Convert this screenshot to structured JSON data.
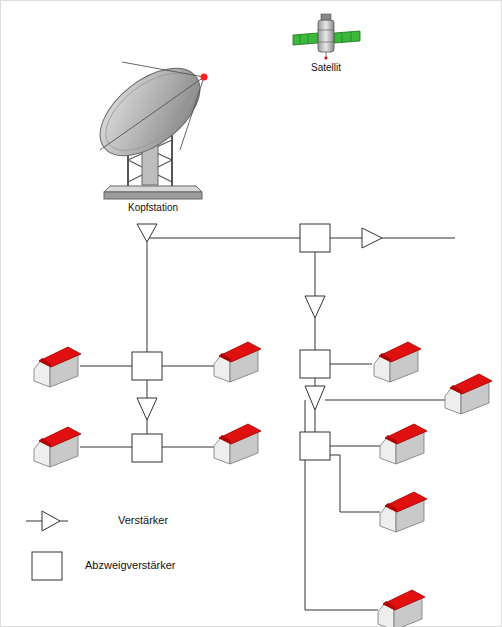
{
  "diagram": {
    "labels": [
      "Satellit",
      "Kopfstation"
    ],
    "legend": [
      {
        "text": "Verstärker"
      },
      {
        "text": "Abzweigverstärker"
      }
    ]
  }
}
